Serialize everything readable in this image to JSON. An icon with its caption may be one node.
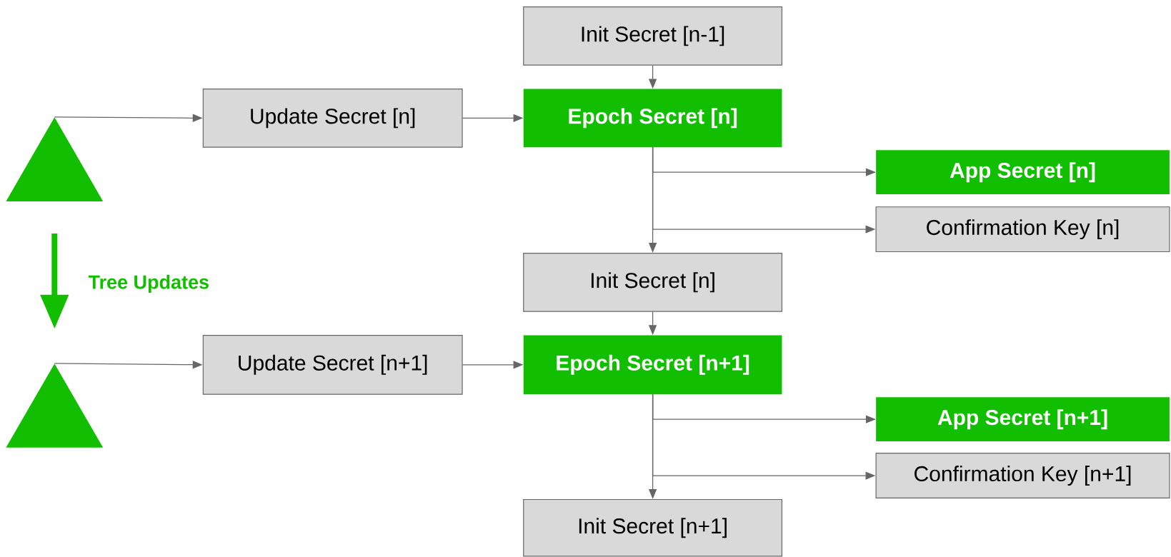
{
  "diagram": {
    "nodes": [
      {
        "text": [
          "Init Secret [n-1]"
        ]
      },
      {
        "text": [],
        "shape": "triangle"
      },
      {
        "text": [
          "Update Secret [n]"
        ]
      },
      {
        "text": [
          "Epoch Secret [n]"
        ]
      },
      {
        "text": [
          "App Secret [n]"
        ]
      },
      {
        "text": [
          "Confirmation Key [n]"
        ]
      },
      {
        "text": [
          "Init Secret [n]"
        ]
      },
      {
        "text": [],
        "shape": "triangle"
      },
      {
        "text": [
          "Update Secret [n+1]"
        ]
      },
      {
        "text": [
          "Epoch Secret [n+1]"
        ]
      },
      {
        "text": [
          "App Secret [n+1]"
        ]
      },
      {
        "text": [
          "Confirmation Key [n+1]"
        ]
      },
      {
        "text": [
          "Init Secret [n+1]"
        ]
      }
    ],
    "edges": [
      {
        "from": 0,
        "to": 3,
        "arrow": "to"
      },
      {
        "from": 1,
        "to": 2,
        "arrow": "to"
      },
      {
        "from": 2,
        "to": 3,
        "arrow": "to"
      },
      {
        "from": 3,
        "to": 4,
        "arrow": "to"
      },
      {
        "from": 3,
        "to": 5,
        "arrow": "to"
      },
      {
        "from": 3,
        "to": 6,
        "arrow": "to"
      },
      {
        "from": 1,
        "to": 7,
        "arrow": "to",
        "label": "Tree Updates",
        "style": "thick",
        "color": "#12bf00"
      },
      {
        "from": 6,
        "to": 9,
        "arrow": "to"
      },
      {
        "from": 7,
        "to": 8,
        "arrow": "to"
      },
      {
        "from": 8,
        "to": 9,
        "arrow": "to"
      },
      {
        "from": 9,
        "to": 10,
        "arrow": "to"
      },
      {
        "from": 9,
        "to": 11,
        "arrow": "to"
      },
      {
        "from": 9,
        "to": 12,
        "arrow": "to"
      }
    ]
  }
}
